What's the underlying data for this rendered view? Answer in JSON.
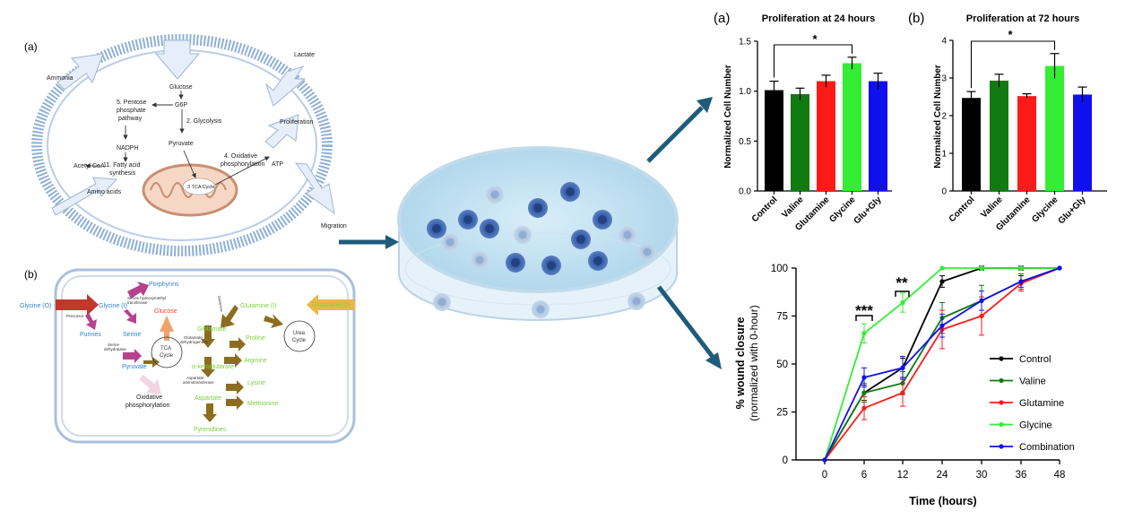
{
  "panel_a": {
    "label": "(a)",
    "texts": {
      "ammonia": "Ammonia",
      "lactate": "Lactate",
      "glucose": "Glucose",
      "g6p": "G6P",
      "ppp1": "5. Pentose",
      "ppp2": "phosphate",
      "ppp3": "pathway",
      "glycolysis": "2. Glycolysis",
      "nadph": "NADPH",
      "pyruvate": "Pyruvate",
      "proliferation": "Proliferation",
      "ox1": "4. Oxidative",
      "ox2": "phosphorylation",
      "atp": "ATP",
      "acetyl": "Acetyl CoA",
      "fa1": "11. Fatty acid",
      "fa2": "synthesis",
      "tca": "3 TCA Cycle",
      "amino": "Amino acids",
      "migration": "Migration"
    }
  },
  "panel_b": {
    "label": "(b)",
    "texts": {
      "gly_out": "Glycine (O)",
      "gly_in": "Glycine (I)",
      "porphyrins": "Porphyrins",
      "precursor": "Precursor",
      "shmt1": "Serine hydroxymethyl",
      "shmt2": "transferase",
      "purines": "Purines",
      "serine": "Serine",
      "glucose": "Glucose",
      "ser_d1": "Serine",
      "ser_d2": "dehydratase",
      "tca1": "TCA",
      "tca2": "Cycle",
      "pyruvate": "Pyruvate",
      "ox1": "Oxidative",
      "ox2": "phosphorylation",
      "gls1": "Glutamine",
      "gls2": "synthetase/",
      "gls3": "glutaminase",
      "glutamate": "Glutamate",
      "gdh1": "Glutamate",
      "gdh2": "dehydrogenase",
      "akg": "α-ketoglutarate",
      "ast1": "Aspartate",
      "ast2": "aminotransferase",
      "aspartate": "Aspartate",
      "pyrimidines": "Pyrimidines",
      "proline": "Proline",
      "arginine": "Arginine",
      "lysine": "Lysine",
      "methionine": "Methionine",
      "gln_in": "Glutamine (I)",
      "gln_out": "Glutamine(O)",
      "urea1": "Urea",
      "urea2": "Cycle"
    }
  },
  "charts_top": [
    {
      "label": "(a)",
      "title": "Proliferation at 24 hours",
      "ylabel": "Normalized Cell Number",
      "ylim": [
        0,
        1.5
      ],
      "ticks": [
        "0.0",
        "0.5",
        "1.0",
        "1.5"
      ],
      "significance": "*"
    },
    {
      "label": "(b)",
      "title": "Proliferation at 72 hours",
      "ylabel": "Normalized Cell Number",
      "ylim": [
        0,
        4
      ],
      "ticks": [
        "0",
        "1",
        "2",
        "3",
        "4"
      ],
      "significance": "*"
    }
  ],
  "line_chart": {
    "ylabel1": "% wound closure",
    "ylabel2": "(normalized with 0-hour)",
    "xlabel": "Time (hours)",
    "yticks": [
      "0",
      "25",
      "50",
      "75",
      "100"
    ],
    "xticks": [
      "0",
      "6",
      "12",
      "24",
      "30",
      "36",
      "48"
    ],
    "sig": [
      "***",
      "**"
    ]
  },
  "chart_data": [
    {
      "type": "bar",
      "title": "Proliferation at 24 hours",
      "ylabel": "Normalized Cell Number",
      "categories": [
        "Control",
        "Valine",
        "Glutamine",
        "Glycine",
        "Glu+Gly"
      ],
      "values": [
        1.01,
        0.97,
        1.1,
        1.28,
        1.1
      ],
      "errors": [
        0.09,
        0.06,
        0.06,
        0.06,
        0.08
      ],
      "colors": [
        "#000000",
        "#117a11",
        "#ff1a1a",
        "#33ee33",
        "#1010ee"
      ],
      "ylim": [
        0,
        1.5
      ]
    },
    {
      "type": "bar",
      "title": "Proliferation at 72 hours",
      "ylabel": "Normalized Cell Number",
      "categories": [
        "Control",
        "Valine",
        "Glutamine",
        "Glycine",
        "Glu+Gly"
      ],
      "values": [
        2.47,
        2.93,
        2.52,
        3.32,
        2.56
      ],
      "errors": [
        0.17,
        0.17,
        0.06,
        0.33,
        0.2
      ],
      "colors": [
        "#000000",
        "#117a11",
        "#ff1a1a",
        "#33ee33",
        "#1010ee"
      ],
      "ylim": [
        0,
        4
      ]
    },
    {
      "type": "line",
      "xlabel": "Time (hours)",
      "ylabel": "% wound closure (normalized with 0-hour)",
      "x": [
        "0",
        "6",
        "12",
        "24",
        "30",
        "36",
        "48"
      ],
      "ylim": [
        0,
        100
      ],
      "series": [
        {
          "name": "Control",
          "color": "#000000",
          "values": [
            0,
            35,
            48,
            93,
            100,
            100,
            100
          ],
          "errors": [
            0,
            4,
            5,
            3,
            1,
            1,
            0
          ]
        },
        {
          "name": "Valine",
          "color": "#117a11",
          "values": [
            0,
            35,
            40,
            74,
            83,
            93,
            100
          ],
          "errors": [
            0,
            5,
            6,
            8,
            8,
            4,
            0
          ]
        },
        {
          "name": "Glutamine",
          "color": "#ff1a1a",
          "values": [
            0,
            27,
            35,
            68,
            75,
            92,
            100
          ],
          "errors": [
            0,
            6,
            7,
            10,
            10,
            4,
            0
          ]
        },
        {
          "name": "Glycine",
          "color": "#33ee33",
          "values": [
            0,
            66,
            82,
            100,
            100,
            100,
            100
          ],
          "errors": [
            0,
            5,
            5,
            0,
            0,
            0,
            0
          ]
        },
        {
          "name": "Combination",
          "color": "#1010ee",
          "values": [
            0,
            43,
            48,
            70,
            83,
            93,
            100
          ],
          "errors": [
            0,
            5,
            6,
            6,
            5,
            3,
            0
          ]
        }
      ]
    }
  ]
}
